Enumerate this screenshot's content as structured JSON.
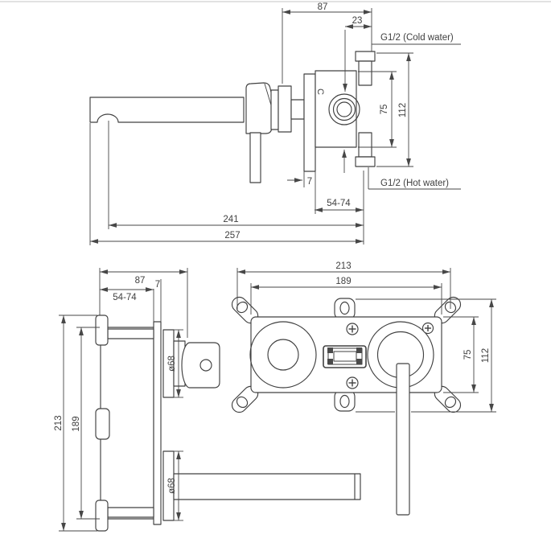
{
  "colors": {
    "line": "#404040",
    "background": "#ffffff",
    "page_border": "#d9d9d9"
  },
  "side_view": {
    "width_87": "87",
    "offset_23": "23",
    "cold_port": "G1/2 (Cold water)",
    "hot_port": "G1/2 (Hot water)",
    "height_75": "75",
    "height_112": "112",
    "plate_7": "7",
    "depth_54_74": "54-74",
    "reach_241": "241",
    "reach_257": "257",
    "cartridge_mark": "C"
  },
  "plan_view": {
    "width_87": "87",
    "plate_7": "7",
    "depth_54_74": "54-74",
    "height_213": "213",
    "height_189": "189",
    "handle_dia": "ø68",
    "spout_dia": "ø68"
  },
  "front_view": {
    "width_213": "213",
    "width_189": "189",
    "height_75": "75",
    "height_112": "112"
  }
}
